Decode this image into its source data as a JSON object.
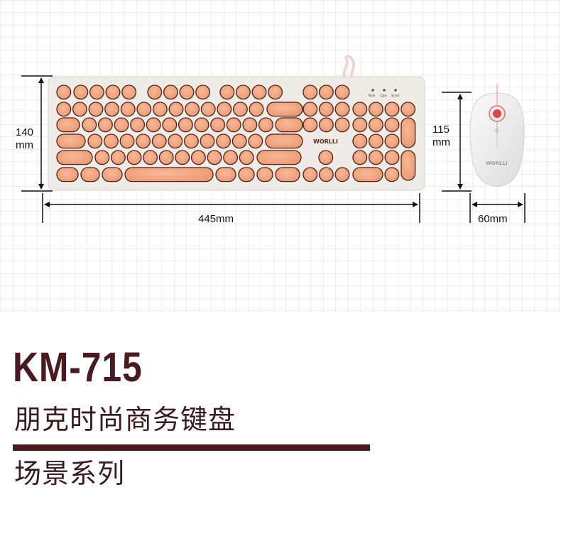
{
  "dimensions": {
    "keyboard_height": "140\nmm",
    "keyboard_width": "445mm",
    "mouse_height": "115\nmm",
    "mouse_width": "60mm"
  },
  "product": {
    "model": "KM-715",
    "subtitle1": "朋克时尚商务键盘",
    "subtitle2": "场景系列"
  },
  "keyboard": {
    "brand": "WORLLI",
    "indicators": [
      "Num",
      "Caps",
      "Scroll"
    ]
  },
  "mouse": {
    "brand": "WORLLI"
  },
  "colors": {
    "key_fill": "#f2a783",
    "key_rim": "#4a2218",
    "keyboard_body": "#efebe7",
    "mouse_body": "#ececec",
    "title": "#4a1a20",
    "grid": "#d8d8d8"
  }
}
